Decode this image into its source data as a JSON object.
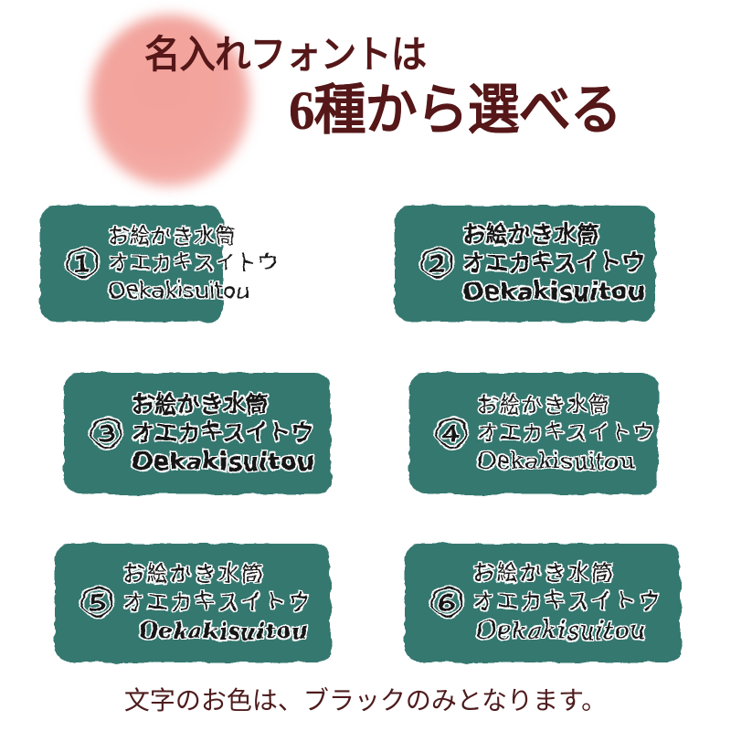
{
  "header": {
    "line1": "名入れフォントは",
    "line2": "6種から選べる",
    "text_color": "#551718",
    "blob_color": "#f2a39c"
  },
  "cards": {
    "background_color": "#357870",
    "text_color": "#121212",
    "outline_color": "#ffffff",
    "items": [
      {
        "number": "①",
        "number_value": "1",
        "style": "style-round-thin",
        "line_jp_hiragana": "お絵かき水筒",
        "line_jp_katakana": "オエカキスイトウ",
        "line_romaji": "Oekakisuitou"
      },
      {
        "number": "②",
        "number_value": "2",
        "style": "style-gothic-bold",
        "line_jp_hiragana": "お絵かき水筒",
        "line_jp_katakana": "オエカキスイトウ",
        "line_romaji": "Oekakisuitou"
      },
      {
        "number": "③",
        "number_value": "3",
        "style": "style-round-bold",
        "line_jp_hiragana": "お絵かき水筒",
        "line_jp_katakana": "オエカキスイトウ",
        "line_romaji": "Oekakisuitou"
      },
      {
        "number": "④",
        "number_value": "4",
        "style": "style-mincho-light",
        "line_jp_hiragana": "お絵かき水筒",
        "line_jp_katakana": "オエカキスイトウ",
        "line_romaji": "Oekakisuitou"
      },
      {
        "number": "⑤",
        "number_value": "5",
        "style": "style-mincho-script-bold",
        "line_jp_hiragana": "お絵かき水筒",
        "line_jp_katakana": "オエカキスイトウ",
        "line_romaji": "Oekakisuitou"
      },
      {
        "number": "⑥",
        "number_value": "6",
        "style": "style-mincho-script-light",
        "line_jp_hiragana": "お絵かき水筒",
        "line_jp_katakana": "オエカキスイトウ",
        "line_romaji": "Oekakisuitou"
      }
    ]
  },
  "footer": {
    "note": "文字のお色は、ブラックのみとなります。",
    "text_color": "#4e1c1d"
  }
}
